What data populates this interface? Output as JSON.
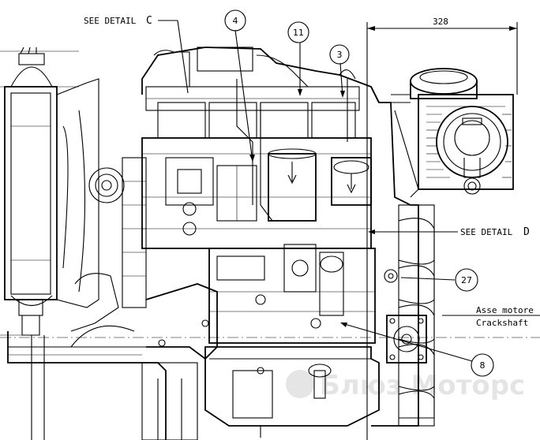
{
  "callouts": {
    "detail_c_prefix": "SEE DETAIL",
    "detail_c_letter": "C",
    "detail_d_prefix": "SEE DETAIL",
    "detail_d_letter": "D",
    "bubble_4": "4",
    "bubble_11": "11",
    "bubble_3": "3",
    "bubble_27": "27",
    "bubble_8": "8"
  },
  "dimension": {
    "value": "328"
  },
  "axis_note": {
    "line1": "Asse motore",
    "line2": "Crackshaft"
  },
  "watermark": {
    "text": "Блюз Моторс"
  }
}
